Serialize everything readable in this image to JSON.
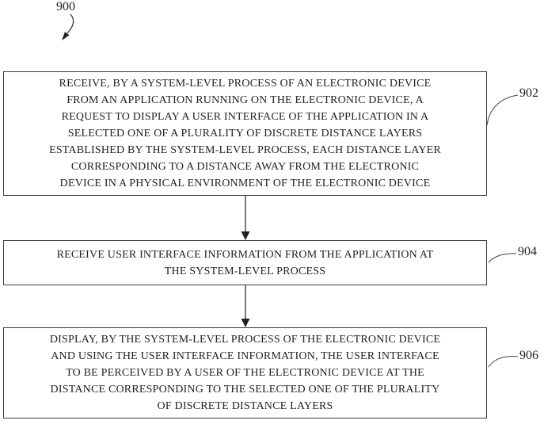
{
  "figure": {
    "number_label": "900",
    "boxes": [
      {
        "ref": "902",
        "lines": [
          "RECEIVE, BY A SYSTEM-LEVEL PROCESS OF AN ELECTRONIC DEVICE",
          "FROM AN APPLICATION RUNNING ON THE ELECTRONIC DEVICE, A",
          "REQUEST TO DISPLAY A USER INTERFACE OF THE APPLICATION IN A",
          "SELECTED ONE OF A PLURALITY OF DISCRETE DISTANCE LAYERS",
          "ESTABLISHED BY THE SYSTEM-LEVEL PROCESS, EACH DISTANCE LAYER",
          "CORRESPONDING TO A DISTANCE AWAY FROM THE ELECTRONIC",
          "DEVICE IN A PHYSICAL ENVIRONMENT OF THE ELECTRONIC DEVICE"
        ]
      },
      {
        "ref": "904",
        "lines": [
          "RECEIVE USER INTERFACE INFORMATION FROM THE APPLICATION AT",
          "THE SYSTEM-LEVEL PROCESS"
        ]
      },
      {
        "ref": "906",
        "lines": [
          "DISPLAY, BY THE SYSTEM-LEVEL PROCESS OF THE ELECTRONIC DEVICE",
          "AND USING THE USER INTERFACE INFORMATION, THE USER INTERFACE",
          "TO BE PERCEIVED BY A USER OF THE ELECTRONIC DEVICE AT THE",
          "DISTANCE CORRESPONDING TO THE SELECTED ONE OF THE PLURALITY",
          "OF DISCRETE DISTANCE LAYERS"
        ]
      }
    ]
  },
  "colors": {
    "line": "#333333",
    "text": "#222222",
    "background": "#ffffff"
  }
}
